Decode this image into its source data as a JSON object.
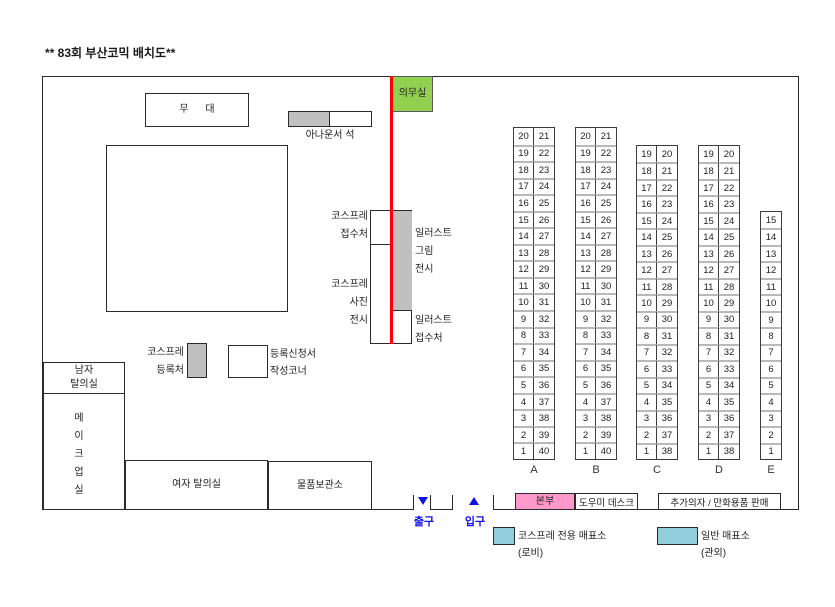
{
  "title": "**  83회 부산코믹 배치도**",
  "labels": {
    "stage": "무 대",
    "announcer": "아나운서 석",
    "medical": "의무실",
    "cosplay_reception": [
      "코스프레",
      "접수처"
    ],
    "illust_exhibit": [
      "일러스트",
      "그림",
      "전시"
    ],
    "cosplay_photo_exhibit": [
      "코스프레",
      "사진",
      "전시"
    ],
    "illust_reception": [
      "일러스트",
      "접수처"
    ],
    "cosplay_registration": [
      "코스프레",
      "등록처"
    ],
    "form_corner": [
      "등록신청서",
      "작성코너"
    ],
    "mens_room": [
      "남자",
      "탈의실"
    ],
    "makeup_room_chars": [
      "메",
      "이",
      "크",
      "업",
      "실"
    ],
    "womens_room": "여자 탈의실",
    "storage": "물품보관소",
    "exit": "출구",
    "entrance": "입구",
    "hq": "본부",
    "helper_desk": "도우미 데스크",
    "extra_sales": "추가의자 / 만화용품 판매"
  },
  "legend": {
    "cosplay_ticket_label": "코스프레 전용 매표소",
    "cosplay_ticket_note": "(로비)",
    "general_ticket_label": "일반 매표소",
    "general_ticket_note": "(관외)"
  },
  "colors": {
    "medical_green": "#92D050",
    "hq_pink": "#FF99CC",
    "ticket_blue": "#92CDDC",
    "desk_gray": "#C0C0C0",
    "route_red": "#FF0000",
    "door_blue": "#0F0FE8"
  },
  "tables": [
    {
      "label": "A",
      "cols": [
        [
          20,
          19,
          18,
          17,
          16,
          15,
          14,
          13,
          12,
          11,
          10,
          9,
          8,
          7,
          6,
          5,
          4,
          3,
          2,
          1
        ],
        [
          21,
          22,
          23,
          24,
          25,
          26,
          27,
          28,
          29,
          30,
          31,
          32,
          33,
          34,
          35,
          36,
          37,
          38,
          39,
          40
        ]
      ]
    },
    {
      "label": "B",
      "cols": [
        [
          20,
          19,
          18,
          17,
          16,
          15,
          14,
          13,
          12,
          11,
          10,
          9,
          8,
          7,
          6,
          5,
          4,
          3,
          2,
          1
        ],
        [
          21,
          22,
          23,
          24,
          25,
          26,
          27,
          28,
          29,
          30,
          31,
          32,
          33,
          34,
          35,
          36,
          37,
          38,
          39,
          40
        ]
      ]
    },
    {
      "label": "C",
      "cols": [
        [
          19,
          18,
          17,
          16,
          15,
          14,
          13,
          12,
          11,
          10,
          9,
          8,
          7,
          6,
          5,
          4,
          3,
          2,
          1
        ],
        [
          20,
          21,
          22,
          23,
          24,
          25,
          26,
          27,
          28,
          29,
          30,
          31,
          32,
          33,
          34,
          35,
          36,
          37,
          38
        ]
      ]
    },
    {
      "label": "D",
      "cols": [
        [
          19,
          18,
          17,
          16,
          15,
          14,
          13,
          12,
          11,
          10,
          9,
          8,
          7,
          6,
          5,
          4,
          3,
          2,
          1
        ],
        [
          20,
          21,
          22,
          23,
          24,
          25,
          26,
          27,
          28,
          29,
          30,
          31,
          32,
          33,
          34,
          35,
          36,
          37,
          38
        ]
      ]
    },
    {
      "label": "E",
      "cols": [
        [
          15,
          14,
          13,
          12,
          11,
          10,
          9,
          8,
          7,
          6,
          5,
          4,
          3,
          2,
          1
        ]
      ]
    }
  ]
}
